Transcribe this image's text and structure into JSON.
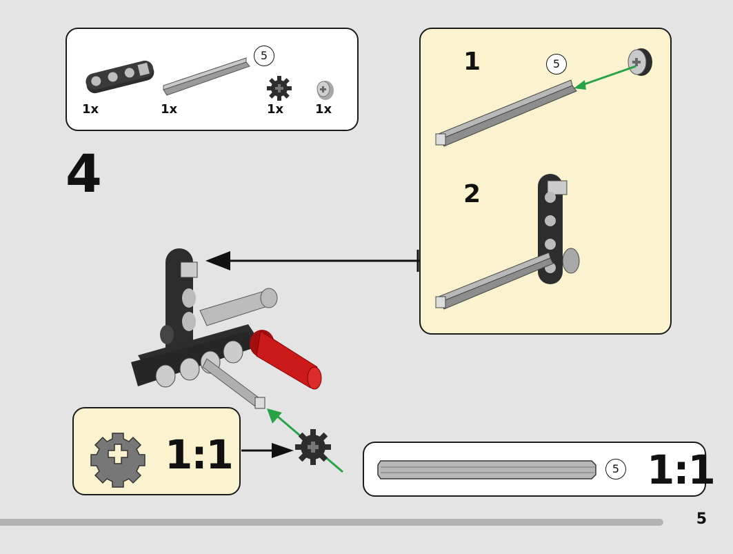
{
  "parts_list": {
    "items": [
      {
        "name": "beam-3-icon",
        "qty": "1x"
      },
      {
        "name": "axle-5-icon",
        "qty": "1x",
        "length": "5"
      },
      {
        "name": "gear-8-tooth-icon",
        "qty": "1x"
      },
      {
        "name": "bush-icon",
        "qty": "1x"
      }
    ]
  },
  "step": {
    "number": "4"
  },
  "subassembly": {
    "step1": {
      "number": "1",
      "axle_length": "5"
    },
    "step2": {
      "number": "2"
    }
  },
  "callouts": {
    "gear_ratio": "1:1",
    "axle_ratio": "1:1",
    "axle_length": "5"
  },
  "page": {
    "number": "5"
  },
  "colors": {
    "beam": "#2d2d2d",
    "axle": "#9a9a9a",
    "pin": "#cc1a1a",
    "arrow_green": "#27a346",
    "callout_bg": "#fbf3cf"
  }
}
